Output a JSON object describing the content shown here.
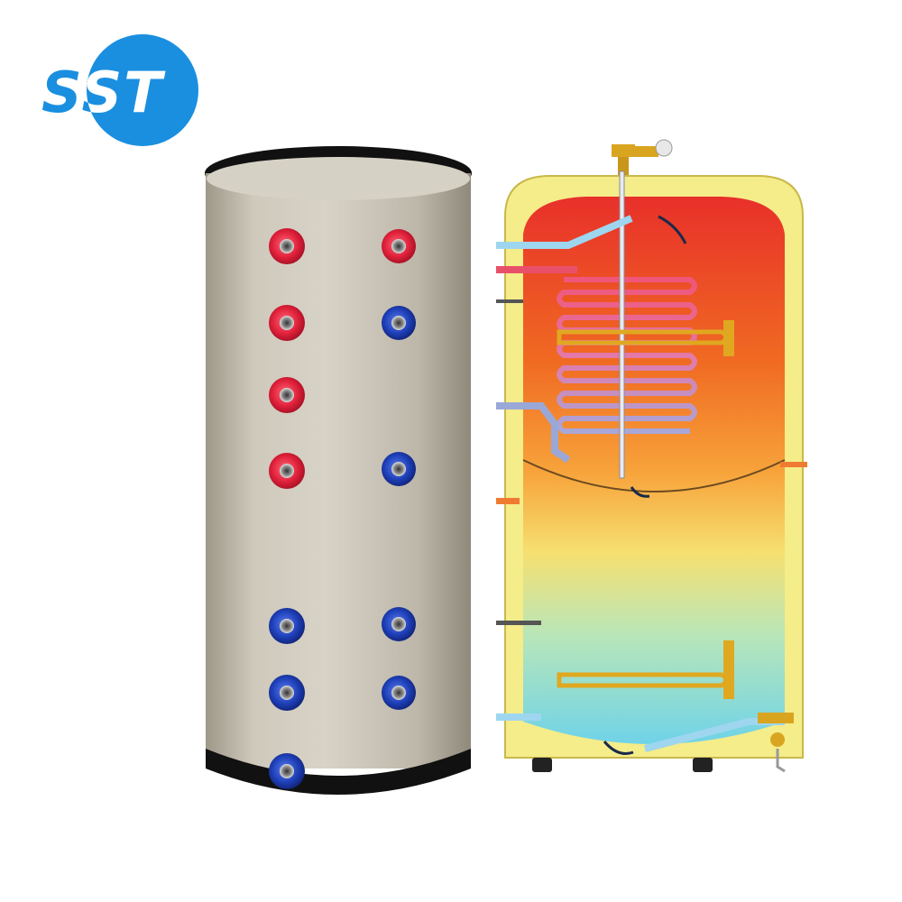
{
  "logo": {
    "text": "SST"
  },
  "colors": {
    "brand_blue": "#1a8fe0",
    "tank_shell": "#c9c3b6",
    "port_hot": "#e0203a",
    "port_cold": "#1e3fb8",
    "insulation": "#f5ec8a",
    "water_hot": "#e8402a",
    "water_mid": "#f7a23a",
    "water_cold": "#6fd3e8"
  },
  "photo": {
    "left_ports": [
      "hot",
      "hot",
      "hot",
      "hot",
      "cold",
      "cold",
      "cold"
    ],
    "right_ports": [
      "hot",
      "cold",
      "cold",
      "cold",
      "cold"
    ]
  }
}
